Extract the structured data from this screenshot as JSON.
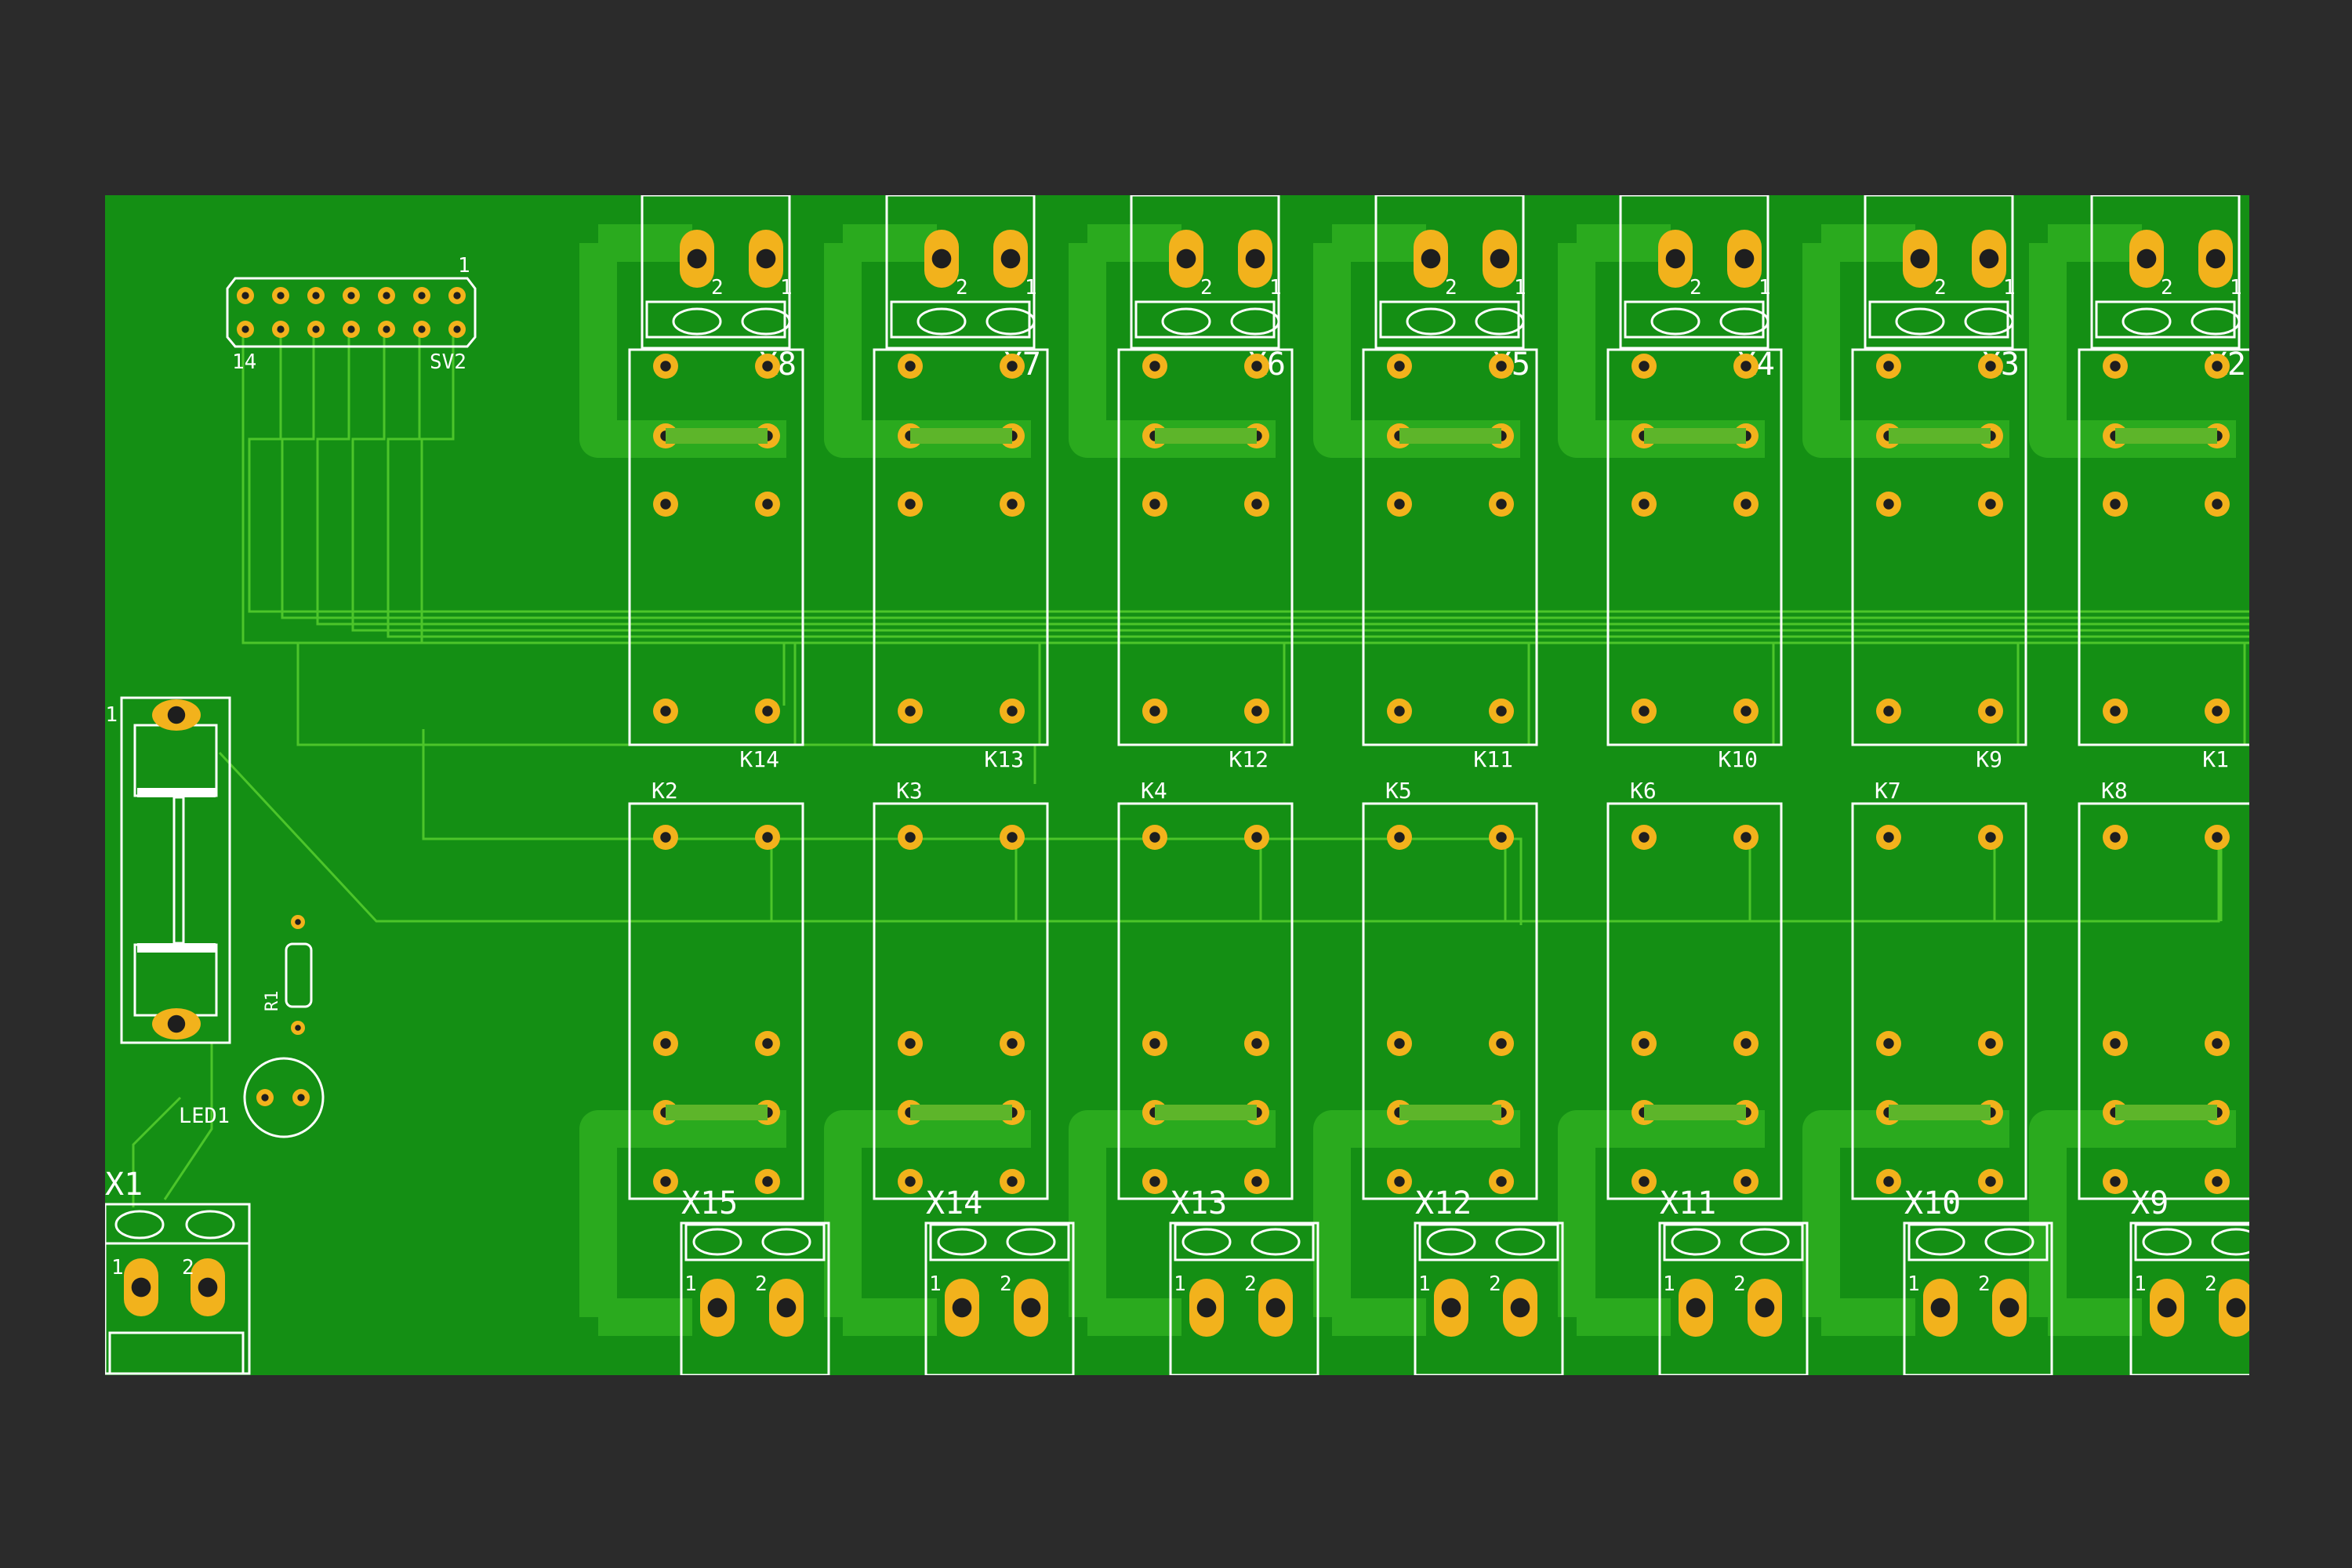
{
  "colors": {
    "background": "#2b2b2b",
    "board": "#148f14",
    "copper_pour": "#2aaa1e",
    "trace_thin": "#4cc52a",
    "trace_wide": "#5db52a",
    "pad": "#f2b21c",
    "drill": "#1e1e1e",
    "silk": "#ffffff"
  },
  "header": {
    "designator": "SV2",
    "pin_first": "1",
    "pin_last": "14"
  },
  "power": {
    "fuse_designator": "1",
    "resistor_designator": "R1",
    "led_designator": "LED1",
    "input_terminal": {
      "designator": "X1",
      "pins": [
        "1",
        "2"
      ]
    }
  },
  "top_terminals": [
    {
      "designator": "X8",
      "pins": [
        "2",
        "1"
      ]
    },
    {
      "designator": "X7",
      "pins": [
        "2",
        "1"
      ]
    },
    {
      "designator": "X6",
      "pins": [
        "2",
        "1"
      ]
    },
    {
      "designator": "X5",
      "pins": [
        "2",
        "1"
      ]
    },
    {
      "designator": "X4",
      "pins": [
        "2",
        "1"
      ]
    },
    {
      "designator": "X3",
      "pins": [
        "2",
        "1"
      ]
    },
    {
      "designator": "X2",
      "pins": [
        "2",
        "1"
      ]
    }
  ],
  "top_relays": [
    "K14",
    "K13",
    "K12",
    "K11",
    "K10",
    "K9",
    "K1"
  ],
  "bottom_relays": [
    "K2",
    "K3",
    "K4",
    "K5",
    "K6",
    "K7",
    "K8"
  ],
  "bottom_terminals": [
    {
      "designator": "X15",
      "pins": [
        "1",
        "2"
      ]
    },
    {
      "designator": "X14",
      "pins": [
        "1",
        "2"
      ]
    },
    {
      "designator": "X13",
      "pins": [
        "1",
        "2"
      ]
    },
    {
      "designator": "X12",
      "pins": [
        "1",
        "2"
      ]
    },
    {
      "designator": "X11",
      "pins": [
        "1",
        "2"
      ]
    },
    {
      "designator": "X10",
      "pins": [
        "1",
        "2"
      ]
    },
    {
      "designator": "X9",
      "pins": [
        "1",
        "2"
      ]
    }
  ]
}
